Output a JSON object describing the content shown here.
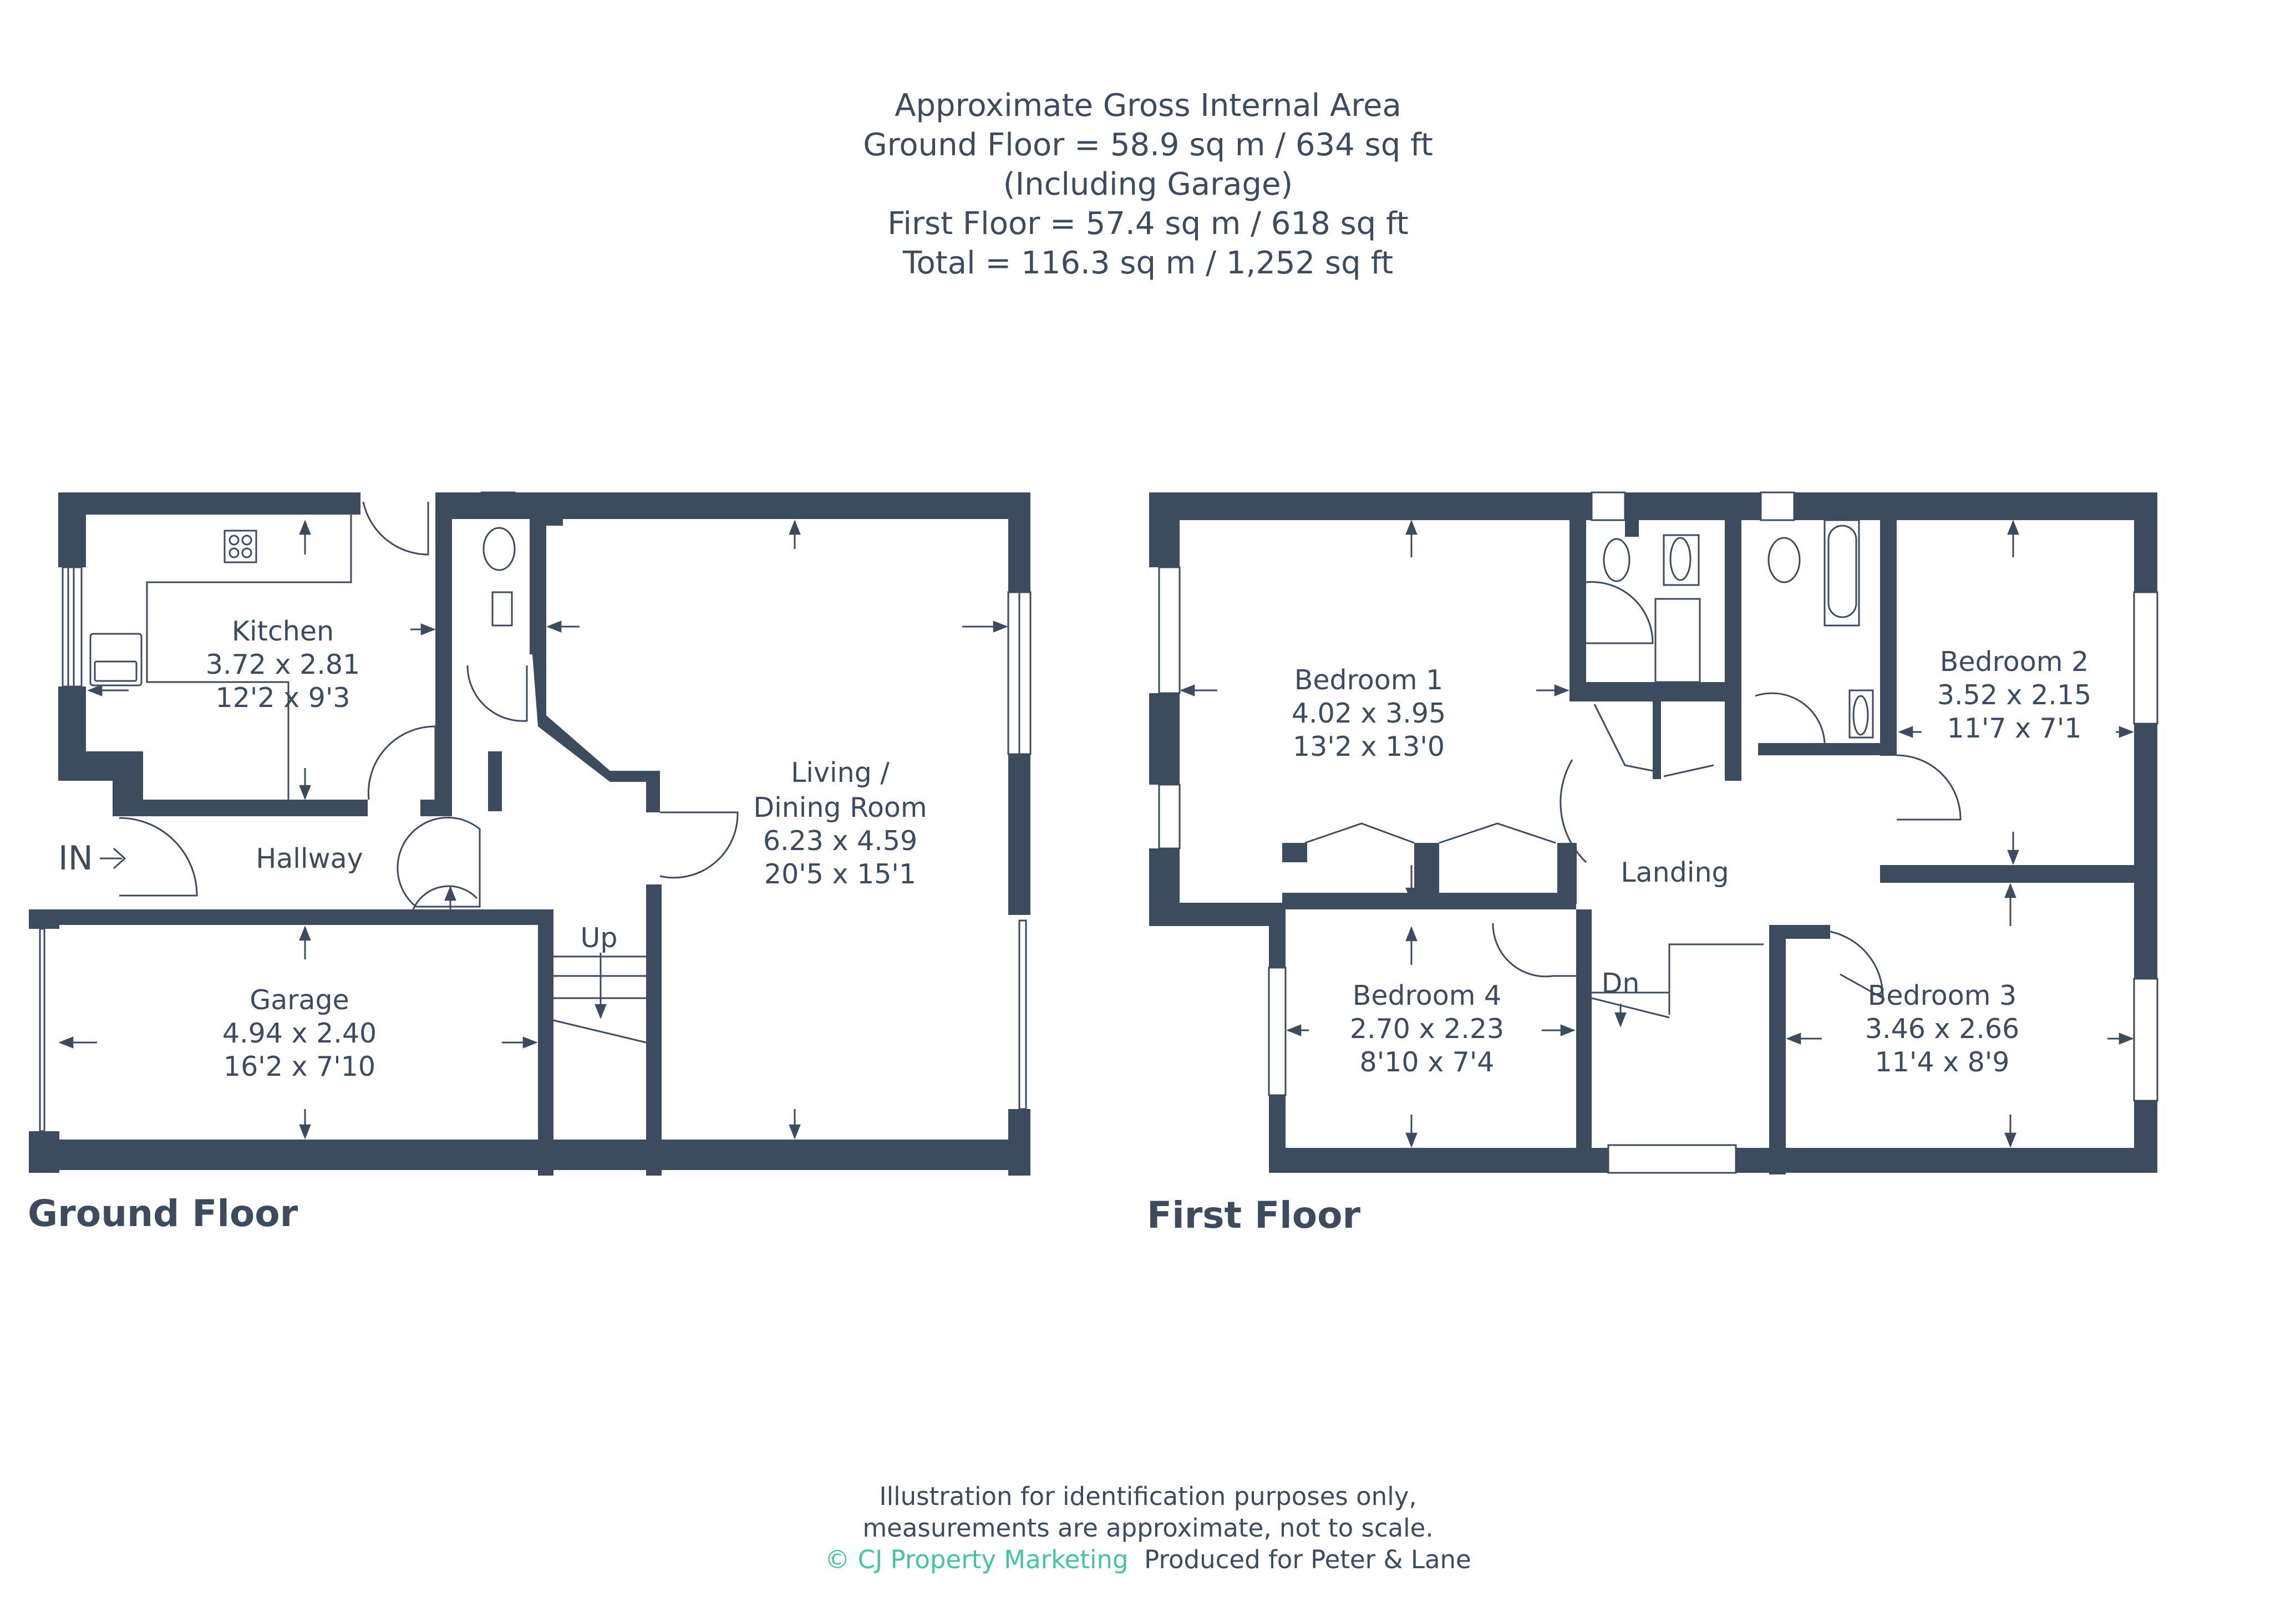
{
  "header": {
    "title": "Approximate Gross Internal Area",
    "ground_floor_area": "Ground Floor = 58.9 sq m / 634 sq ft",
    "ground_floor_note": "(Including Garage)",
    "first_floor_area": "First Floor = 57.4 sq m / 618 sq ft",
    "total_area": "Total = 116.3 sq m / 1,252 sq ft"
  },
  "ground_floor": {
    "title": "Ground Floor",
    "entrance_label": "IN",
    "stairs_label": "Up",
    "rooms": [
      {
        "name": "Kitchen",
        "metric": "3.72 x 2.81",
        "imperial": "12'2 x 9'3"
      },
      {
        "name": "Hallway"
      },
      {
        "name": "Living /",
        "name2": "Dining Room",
        "metric": "6.23 x 4.59",
        "imperial": "20'5 x 15'1"
      },
      {
        "name": "Garage",
        "metric": "4.94 x 2.40",
        "imperial": "16'2 x 7'10"
      }
    ]
  },
  "first_floor": {
    "title": "First Floor",
    "stairs_label": "Dn",
    "rooms": [
      {
        "name": "Bedroom 1",
        "metric": "4.02 x 3.95",
        "imperial": "13'2 x 13'0"
      },
      {
        "name": "Bedroom 2",
        "metric": "3.52 x 2.15",
        "imperial": "11'7 x 7'1"
      },
      {
        "name": "Landing"
      },
      {
        "name": "Bedroom 4",
        "metric": "2.70 x 2.23",
        "imperial": "8'10 x 7'4"
      },
      {
        "name": "Bedroom 3",
        "metric": "3.46 x 2.66",
        "imperial": "11'4 x 8'9"
      }
    ]
  },
  "footer": {
    "disclaimer_line1": "Illustration for identification purposes only,",
    "disclaimer_line2": "measurements are approximate, not to scale.",
    "brand": "© CJ Property Marketing",
    "produced_for": "Produced for Peter & Lane"
  },
  "colors": {
    "wall": "#3d4b5f",
    "text": "#3d4b5f",
    "brand_accent": "#45c4a0",
    "background": "#ffffff"
  }
}
